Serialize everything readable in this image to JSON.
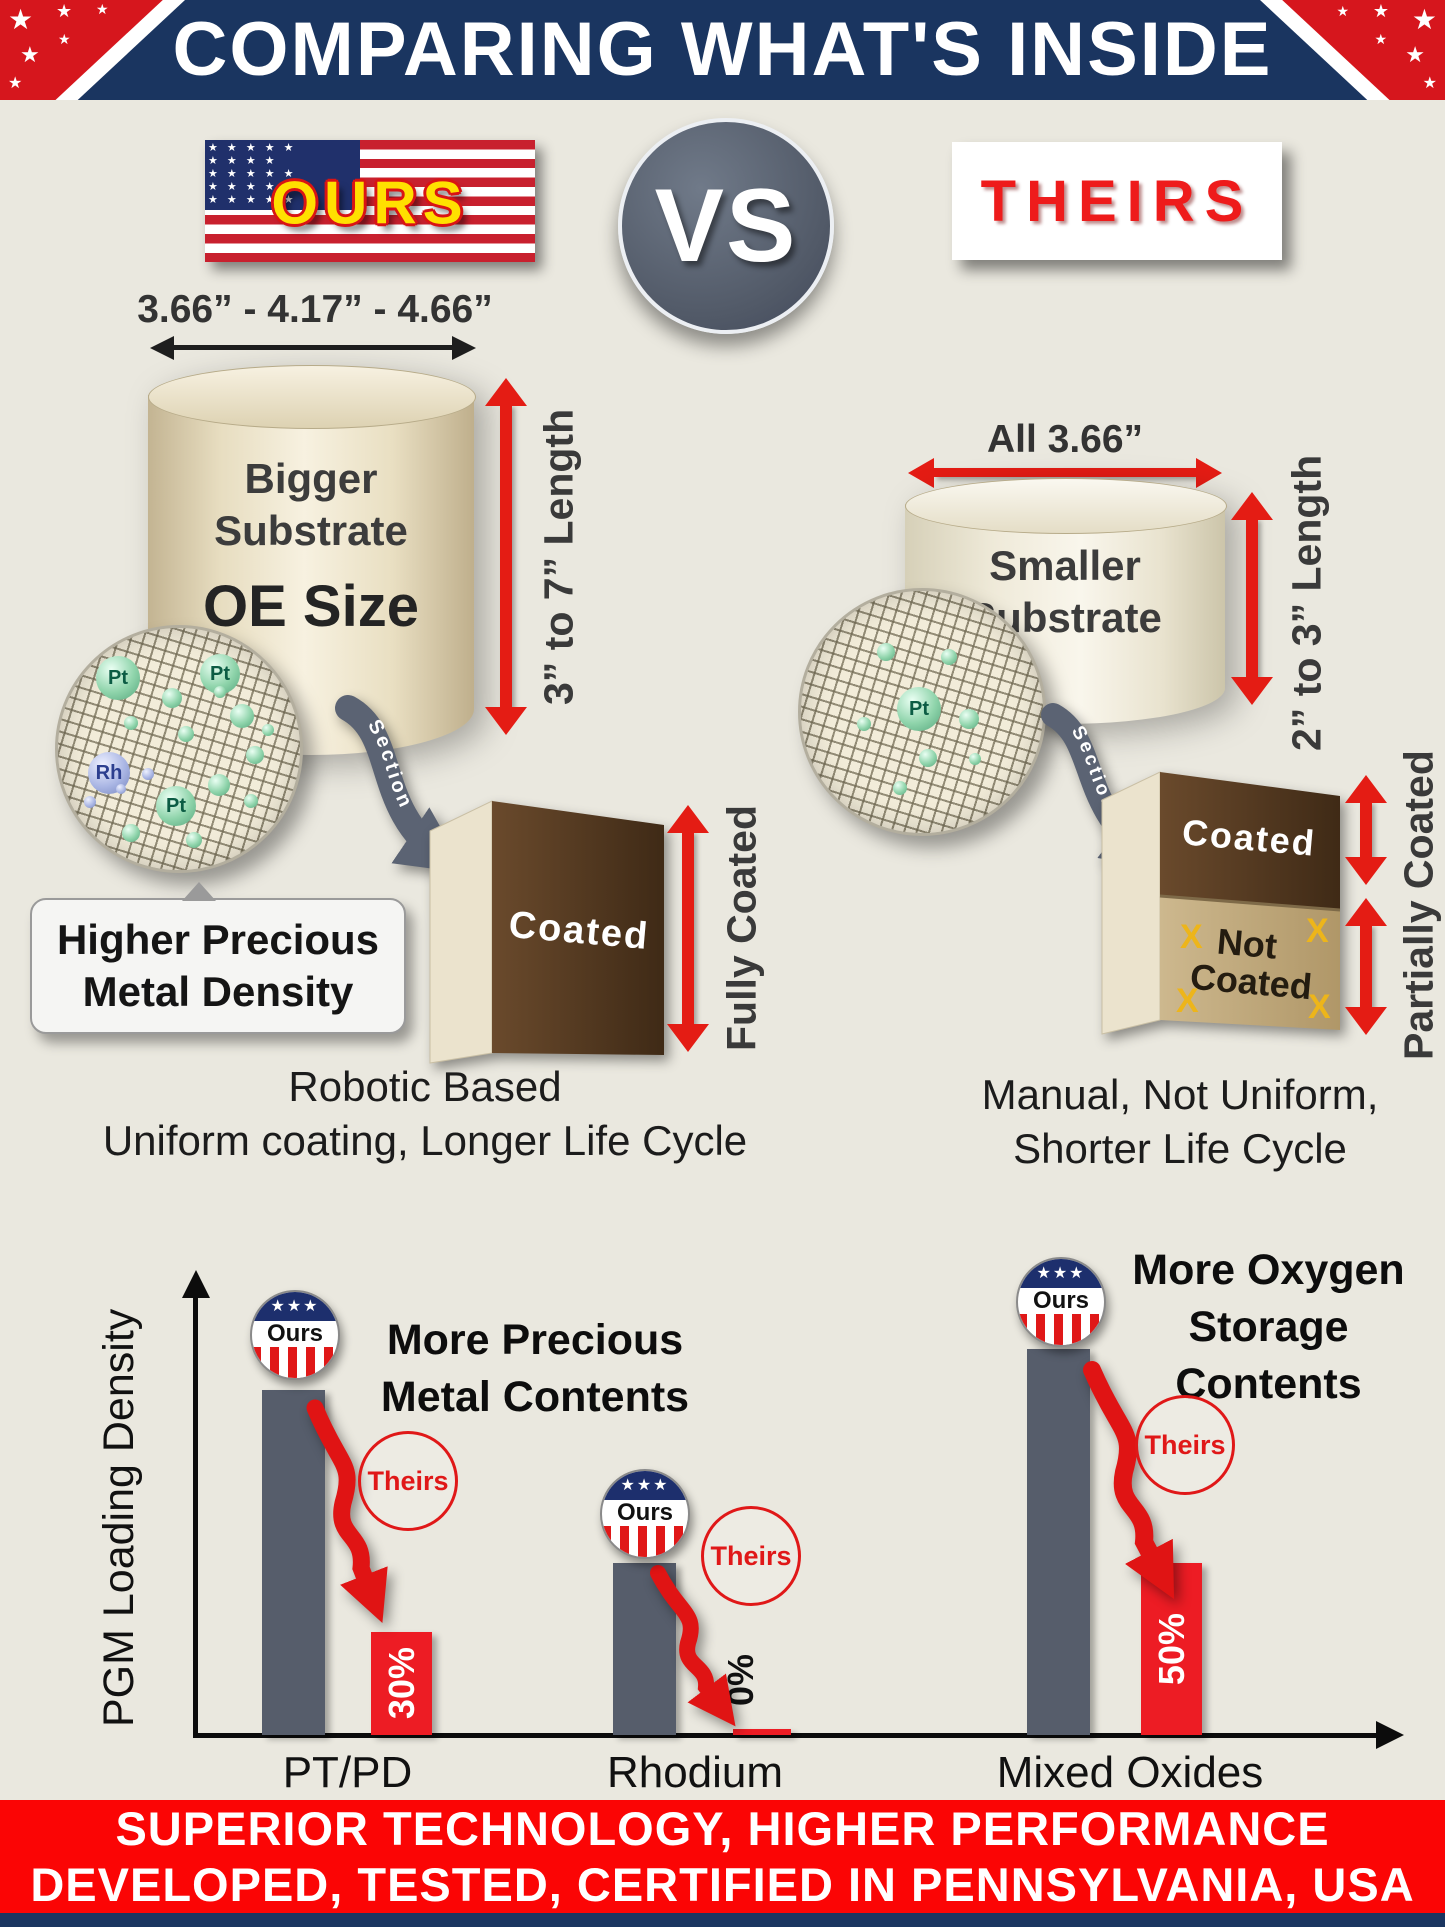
{
  "header": {
    "title": "COMPARING WHAT'S INSIDE"
  },
  "versus": {
    "ours": "OURS",
    "vs": "VS",
    "theirs": "THEIRS"
  },
  "ours": {
    "diameter": "3.66” - 4.17” - 4.66”",
    "substrate_line1": "Bigger",
    "substrate_line2": "Substrate",
    "substrate_line3": "OE Size",
    "length": "3” to 7” Length",
    "magnifier_labels": [
      "Pt",
      "Pt",
      "Rh",
      "Pt"
    ],
    "bubble_line1": "Higher Precious",
    "bubble_line2": "Metal Density",
    "section": "Section",
    "brick_coated": "Coated",
    "coating_label": "Fully Coated",
    "caption_line1": "Robotic  Based",
    "caption_line2": "Uniform coating, Longer Life Cycle"
  },
  "theirs": {
    "diameter": "All 3.66”",
    "substrate_line1": "Smaller",
    "substrate_line2": "Substrate",
    "length": "2” to 3” Length",
    "magnifier_labels": [
      "Pt"
    ],
    "section": "Section",
    "brick_coated": "Coated",
    "brick_not_coated_line1": "Not",
    "brick_not_coated_line2": "Coated",
    "x_mark": "X",
    "coating_label": "Partially Coated",
    "caption_line1": "Manual, Not Uniform,",
    "caption_line2": "Shorter Life Cycle"
  },
  "chart_data": {
    "type": "bar",
    "ylabel": "PGM Loading Density",
    "categories": [
      "PT/PD",
      "Rhodium",
      "Mixed Oxides"
    ],
    "series": [
      {
        "name": "Ours",
        "values": [
          100,
          50,
          112
        ]
      },
      {
        "name": "Theirs",
        "values": [
          30,
          0,
          50
        ]
      }
    ],
    "theirs_labels": [
      "30%",
      "0%",
      "50%"
    ],
    "ours_badge": "Ours",
    "theirs_badge": "Theirs",
    "annotation1_line1": "More Precious",
    "annotation1_line2": "Metal Contents",
    "annotation2_line1": "More Oxygen",
    "annotation2_line2": "Storage Contents",
    "colors": {
      "ours_bar": "#565d6b",
      "theirs_bar": "#ed1c24"
    }
  },
  "footer": {
    "line1": "SUPERIOR TECHNOLOGY, HIGHER PERFORMANCE",
    "line2": "DEVELOPED, TESTED, CERTIFIED IN PENNSYLVANIA, USA"
  }
}
